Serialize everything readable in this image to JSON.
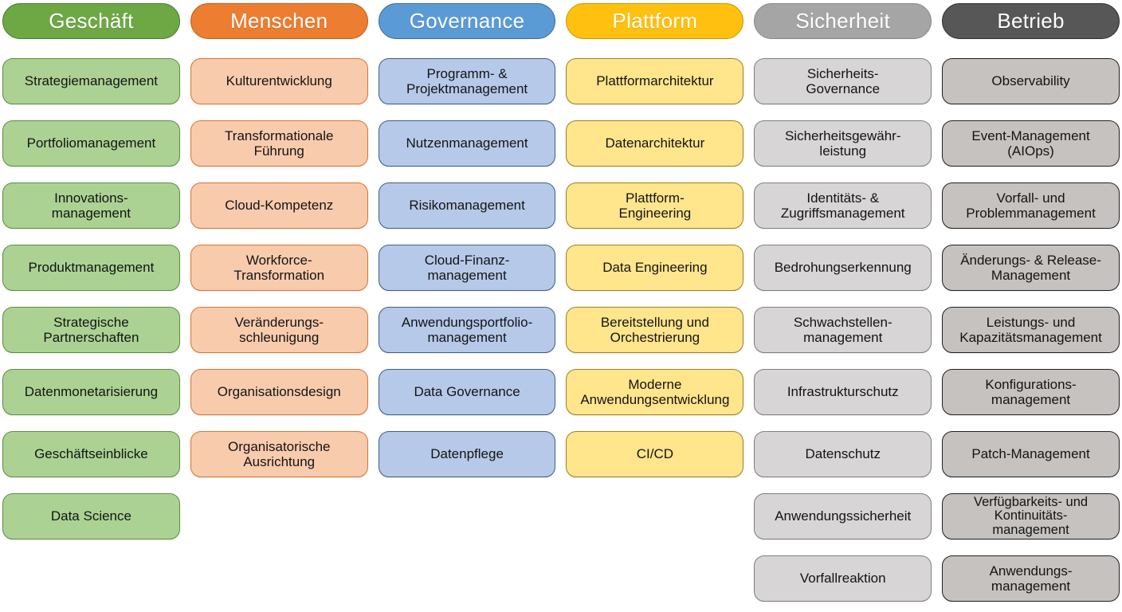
{
  "diagram": {
    "description": "Cloud-Transformation capability map with six perspective columns",
    "columns": [
      {
        "id": "geschaeft",
        "label": "Geschäft",
        "colors": {
          "header_bg": "#6DA845",
          "header_border": "#4E7A31",
          "header_text": "#FFFFFF",
          "box_bg": "#ABD293",
          "box_border": "#5B8F3F"
        },
        "items": [
          "Strategiemanagement",
          "Portfoliomanagement",
          "Innovations-\nmanagement",
          "Produktmanagement",
          "Strategische\nPartnerschaften",
          "Datenmonetarisierung",
          "Geschäftseinblicke",
          "Data Science"
        ]
      },
      {
        "id": "menschen",
        "label": "Menschen",
        "colors": {
          "header_bg": "#EC7D31",
          "header_border": "#C55F18",
          "header_text": "#FFFFFF",
          "box_bg": "#F8CBAD",
          "box_border": "#D9742F"
        },
        "items": [
          "Kulturentwicklung",
          "Transformationale\nFührung",
          "Cloud-Kompetenz",
          "Workforce-\nTransformation",
          "Veränderungs-\nschleunigung",
          "Organisationsdesign",
          "Organisatorische\nAusrichtung"
        ]
      },
      {
        "id": "governance",
        "label": "Governance",
        "colors": {
          "header_bg": "#5B9BD5",
          "header_border": "#3C6E9F",
          "header_text": "#FFFFFF",
          "box_bg": "#B6C9E8",
          "box_border": "#3F5F88"
        },
        "items": [
          "Programm- &\nProjektmanagement",
          "Nutzenmanagement",
          "Risikomanagement",
          "Cloud-Finanz-\nmanagement",
          "Anwendungsportfolio-\nmanagement",
          "Data Governance",
          "Datenpflege"
        ]
      },
      {
        "id": "plattform",
        "label": "Plattform",
        "colors": {
          "header_bg": "#FFC010",
          "header_border": "#CC9A00",
          "header_text": "#FFFFFF",
          "box_bg": "#FFE58C",
          "box_border": "#A08020"
        },
        "items": [
          "Plattformarchitektur",
          "Datenarchitektur",
          "Plattform-\nEngineering",
          "Data Engineering",
          "Bereitstellung und\nOrchestrierung",
          "Moderne\nAnwendungsentwicklung",
          "CI/CD"
        ]
      },
      {
        "id": "sicherheit",
        "label": "Sicherheit",
        "colors": {
          "header_bg": "#A5A5A5",
          "header_border": "#8A8A8A",
          "header_text": "#FFFFFF",
          "box_bg": "#D7D5D5",
          "box_border": "#7F7F7F"
        },
        "items": [
          "Sicherheits-\nGovernance",
          "Sicherheitsgewähr-\nleistung",
          "Identitäts- &\nZugriffsmanagement",
          "Bedrohungserkennung",
          "Schwachstellen-\nmanagement",
          "Infrastrukturschutz",
          "Datenschutz",
          "Anwendungssicherheit",
          "Vorfallreaktion"
        ]
      },
      {
        "id": "betrieb",
        "label": "Betrieb",
        "colors": {
          "header_bg": "#575757",
          "header_border": "#333333",
          "header_text": "#FFFFFF",
          "box_bg": "#C6C2BF",
          "box_border": "#222222"
        },
        "items": [
          "Observability",
          "Event-Management\n(AIOps)",
          "Vorfall- und\nProblemmanagement",
          "Änderungs- & Release-\nManagement",
          "Leistungs- und\nKapazitätsmanagement",
          "Konfigurations-\nmanagement",
          "Patch-Management",
          "Verfügbarkeits- und\nKontinuitäts-\nmanagement",
          "Anwendungs-\nmanagement"
        ]
      }
    ]
  }
}
